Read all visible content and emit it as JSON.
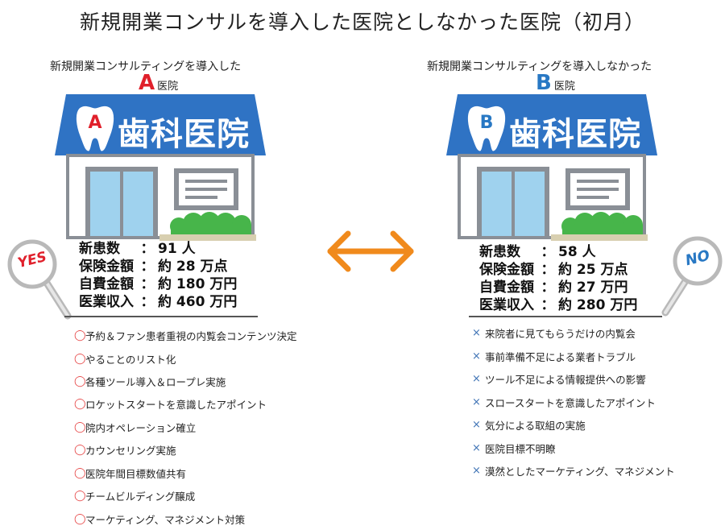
{
  "title": "新規開業コンサルを導入した医院としなかった医院（初月）",
  "colors": {
    "roof": "#2f73c4",
    "wall": "#ffffff",
    "window": "#9fd2ee",
    "frame": "#8a8f96",
    "bush": "#47b54a",
    "ground": "#d8cfb0",
    "arrow": "#f08a1c",
    "letter_a": "#e0202b",
    "letter_b": "#2878c4"
  },
  "clinic_a": {
    "caption": "新規開業コンサルティングを導入した",
    "letter": "A",
    "suffix": "医院",
    "sign_text": "歯科医院",
    "tooth_letter": "A",
    "sign_label": "YES",
    "stats": [
      {
        "label": "新患数",
        "value": "91 人"
      },
      {
        "label": "保険金額",
        "value": "約 28 万点"
      },
      {
        "label": "自費金額",
        "value": "約 180 万円"
      },
      {
        "label": "医業収入",
        "value": "約 460 万円"
      }
    ],
    "bullet": "◯",
    "items": [
      "予約＆ファン患者重視の内覧会コンテンツ決定",
      "やることのリスト化",
      "各種ツール導入＆ロープレ実施",
      "ロケットスタートを意識したアポイント",
      "院内オペレーション確立",
      "カウンセリング実施",
      "医院年間目標数値共有",
      "チームビルディング醸成",
      "マーケティング、マネジメント対策"
    ]
  },
  "clinic_b": {
    "caption": "新規開業コンサルティングを導入しなかった",
    "letter": "B",
    "suffix": "医院",
    "sign_text": "歯科医院",
    "tooth_letter": "B",
    "sign_label": "NO",
    "stats": [
      {
        "label": "新患数",
        "value": "58 人"
      },
      {
        "label": "保険金額",
        "value": "約 25 万点"
      },
      {
        "label": "自費金額",
        "value": "約 27 万円"
      },
      {
        "label": "医業収入",
        "value": "約 280 万円"
      }
    ],
    "bullet": "×",
    "items": [
      "来院者に見てもらうだけの内覧会",
      "事前準備不足による業者トラブル",
      "ツール不足による情報提供への影響",
      "スロースタートを意識したアポイント",
      "気分による取組の実施",
      "医院目標不明瞭",
      "漠然としたマーケティング、マネジメント"
    ]
  }
}
